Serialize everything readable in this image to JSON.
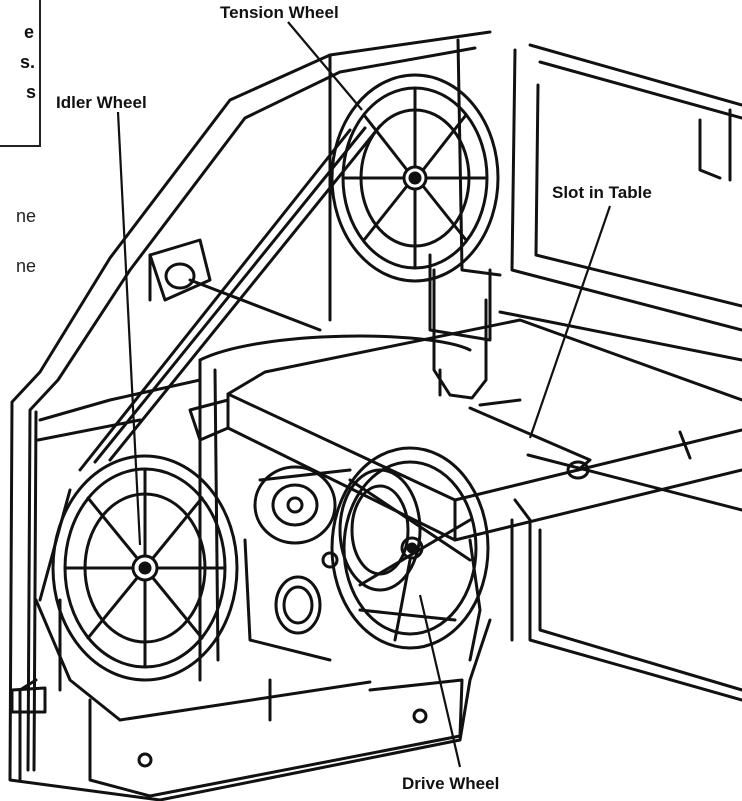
{
  "labels": {
    "tension_wheel": "Tension Wheel",
    "idler_wheel": "Idler Wheel",
    "slot_in_table": "Slot in Table",
    "drive_wheel": "Drive Wheel"
  },
  "cropped_text": {
    "box_line1": "e",
    "box_line2": "s.",
    "box_line3": "s",
    "body_line1": "ne",
    "body_line2": "ne"
  }
}
